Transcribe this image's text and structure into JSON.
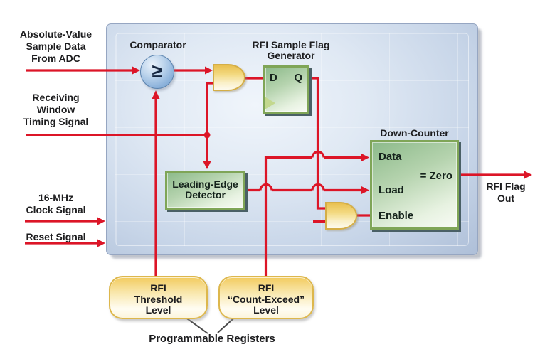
{
  "colors": {
    "wire": "#dc1527",
    "panel_fill": "#d8e2f0",
    "green_border": "#7fa557",
    "gold_border": "#ddb74c"
  },
  "labels": {
    "adc": {
      "l1": "Absolute-Value",
      "l2": "Sample Data",
      "l3": "From ADC"
    },
    "receiving": {
      "l1": "Receiving",
      "l2": "Window",
      "l3": "Timing Signal"
    },
    "clock": {
      "l1": "16-MHz",
      "l2": "Clock Signal"
    },
    "reset": {
      "l1": "Reset Signal"
    },
    "rfi_out": {
      "l1": "RFI Flag",
      "l2": "Out"
    },
    "zero_input": "Zero",
    "programmable_registers": "Programmable Registers"
  },
  "blocks": {
    "comparator": {
      "title": "Comparator",
      "symbol": "≥"
    },
    "flag_generator": {
      "title_l1": "RFI Sample Flag",
      "title_l2": "Generator",
      "d_pin": "D",
      "q_pin": "Q"
    },
    "leading_edge": {
      "l1": "Leading-Edge",
      "l2": "Detector"
    },
    "down_counter": {
      "title": "Down-Counter",
      "data_pin": "Data",
      "load_pin": "Load",
      "enable_pin": "Enable",
      "zero_out": "= Zero"
    },
    "reg_threshold": {
      "l1": "RFI",
      "l2": "Threshold",
      "l3": "Level"
    },
    "reg_count_exceed": {
      "l1": "RFI",
      "l2": "“Count-Exceed”",
      "l3": "Level"
    }
  }
}
